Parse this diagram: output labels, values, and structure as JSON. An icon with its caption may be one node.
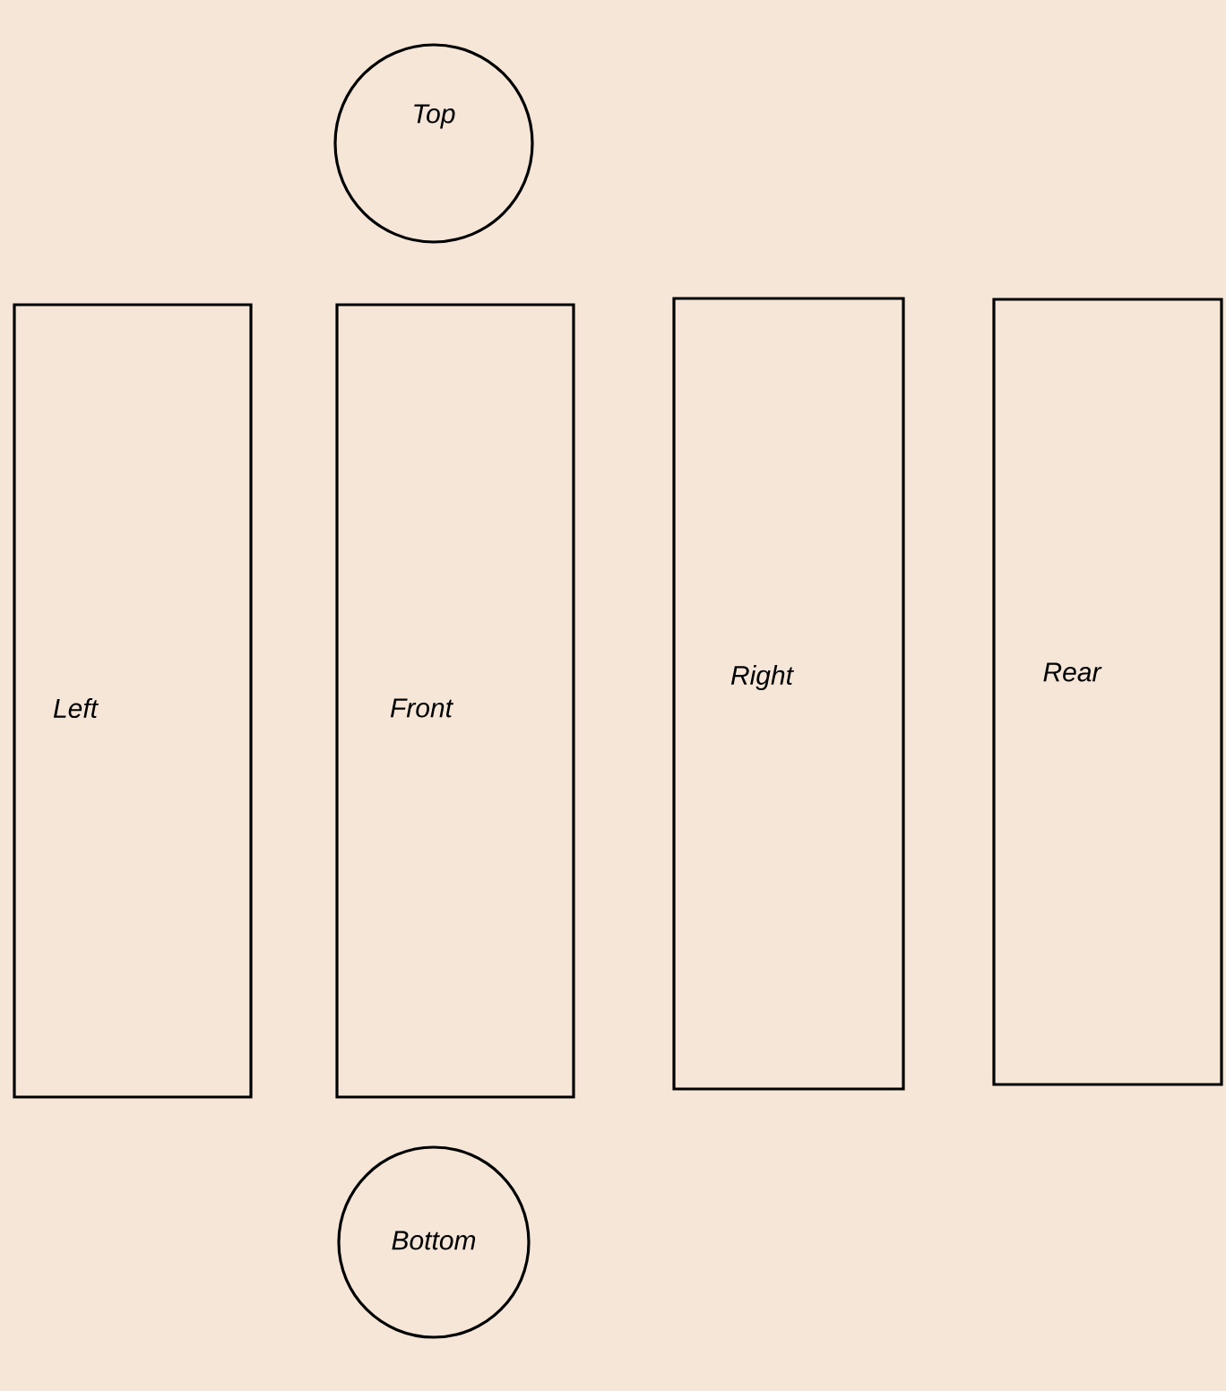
{
  "diagram": {
    "nodes": [
      {
        "text": [
          "Top"
        ]
      },
      {
        "text": [
          "Left"
        ]
      },
      {
        "text": [
          "Front"
        ]
      },
      {
        "text": [
          "Right"
        ]
      },
      {
        "text": [
          "Rear"
        ]
      },
      {
        "text": [
          "Bottom"
        ]
      }
    ]
  }
}
